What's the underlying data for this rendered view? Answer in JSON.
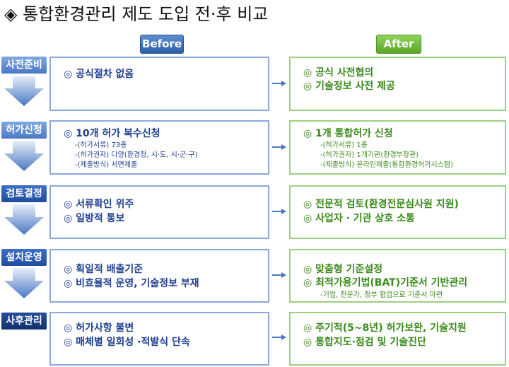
{
  "title": "◈ 통합환경관리 제도 도입 전·후 비교",
  "headers": {
    "before": "Before",
    "after": "After"
  },
  "rows": [
    {
      "stage": "사전준비",
      "before": {
        "items": [
          "◎ 공식절차 없음"
        ],
        "subs": []
      },
      "after": {
        "items": [
          "◎ 공식 사전협의",
          "◎ 기술정보 사전 제공"
        ],
        "subs": []
      }
    },
    {
      "stage": "허가신청",
      "before": {
        "items": [
          "◎ 10개 허가 복수신청"
        ],
        "subs": [
          "-(허가서류) 73종",
          "-(허가권자) 다양(환경청, 시·도, 시·군·구)",
          "-(제출방식) 서면제출"
        ]
      },
      "after": {
        "items": [
          "◎ 1개 통합허가 신청"
        ],
        "subs": [
          "-(허가서류) 1종",
          "-(허가권자) 1개기관(환경부장관)",
          "-(제출방식) 온라인제출(통합환경허가시스템)"
        ]
      }
    },
    {
      "stage": "검토결정",
      "before": {
        "items": [
          "◎ 서류확인 위주",
          "◎ 일방적 통보"
        ],
        "subs": []
      },
      "after": {
        "items": [
          "◎ 전문적 검토(환경전문심사원 지원)",
          "◎ 사업자 · 기관 상호 소통"
        ],
        "subs": []
      }
    },
    {
      "stage": "설치운영",
      "before": {
        "items": [
          "◎ 획일적 배출기준",
          "◎ 비효율적 운영, 기술정보 부재"
        ],
        "subs": []
      },
      "after": {
        "items": [
          "◎ 맞춤형 기준설정",
          "◎ 최적가용기법(BAT)기준서 기반관리"
        ],
        "subs": [
          "-기업, 전문가, 정부 협업으로 기준서 마련"
        ]
      }
    },
    {
      "stage": "사후관리",
      "before": {
        "items": [
          "◎ 허가사항 불변",
          "◎ 매체별 일회성 ·적발식 단속"
        ],
        "subs": []
      },
      "after": {
        "items": [
          "◎ 주기적(5~8년) 허가보완, 기술지원",
          "◎ 통합지도·점검 및 기술진단"
        ],
        "subs": []
      }
    }
  ],
  "colors": {
    "before_accent": "#2d5fa8",
    "after_accent": "#5aa62b",
    "arrow": "#4a78c4"
  }
}
